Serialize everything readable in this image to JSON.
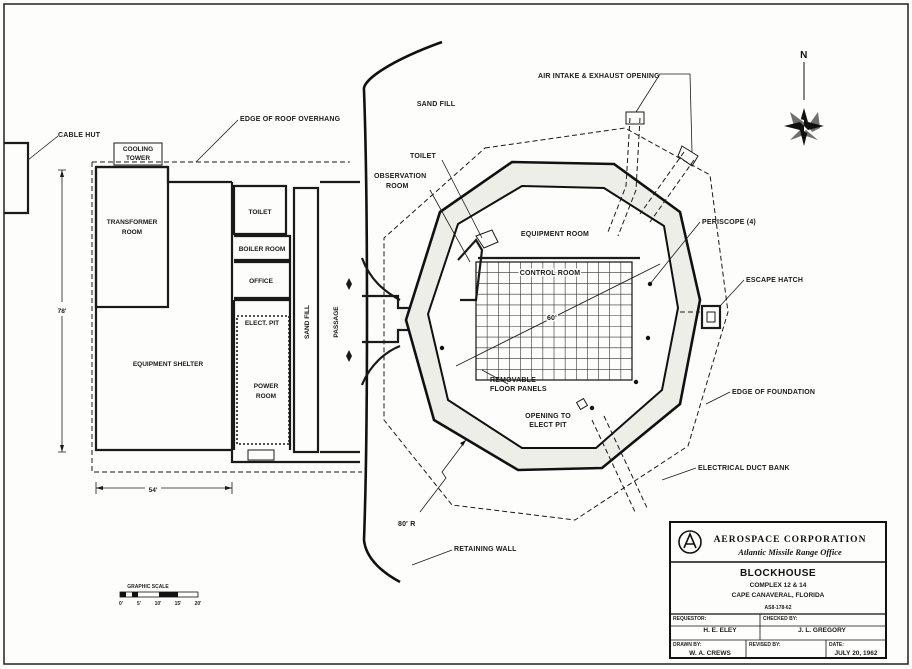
{
  "labels": {
    "cable_hut": "CABLE HUT",
    "cooling_tower_1": "COOLING",
    "cooling_tower_2": "TOWER",
    "edge_roof": "EDGE OF ROOF OVERHANG",
    "transformer_1": "TRANSFORMER",
    "transformer_2": "ROOM",
    "toilet_left": "TOILET",
    "boiler_room": "BOILER ROOM",
    "office": "OFFICE",
    "elect_pit": "ELECT. PIT",
    "equipment_shelter": "EQUIPMENT SHELTER",
    "power_1": "POWER",
    "power_2": "ROOM",
    "sand_fill_vertical": "SAND FILL",
    "passage": "PASSAGE",
    "dim_78": "78'",
    "dim_54": "54'",
    "sand_fill_top": "SAND FILL",
    "toilet_right": "TOILET",
    "observation_1": "OBSERVATION",
    "observation_2": "ROOM",
    "equipment_room": "EQUIPMENT ROOM",
    "control_room": "CONTROL ROOM",
    "dim_60": "60'",
    "removable_1": "REMOVABLE",
    "removable_2": "FLOOR PANELS",
    "opening_1": "OPENING TO",
    "opening_2": "ELECT PIT",
    "air_intake": "AIR INTAKE & EXHAUST OPENING",
    "periscope": "PERISCOPE (4)",
    "escape_hatch": "ESCAPE HATCH",
    "edge_foundation": "EDGE OF FOUNDATION",
    "electrical_duct": "ELECTRICAL DUCT BANK",
    "radius_80": "80' R",
    "retaining_wall": "RETAINING WALL",
    "north": "N",
    "graphic_scale": "GRAPHIC SCALE",
    "scale_ticks": [
      "0'",
      "5'",
      "10'",
      "15'",
      "20'"
    ]
  },
  "title_block": {
    "org": "AEROSPACE CORPORATION",
    "office": "Atlantic Missile Range Office",
    "title": "BLOCKHOUSE",
    "complex": "COMPLEX 12 & 14",
    "location": "CAPE CANAVERAL, FLORIDA",
    "number": "AS8-178-62",
    "requestor_label": "REQUESTOR:",
    "requestor": "H. E. ELEY",
    "checked_label": "CHECKED BY:",
    "checked": "J. L. GREGORY",
    "drawn_label": "DRAWN BY:",
    "drawn": "W. A. CREWS",
    "revised_label": "REVISED BY:",
    "revised": "",
    "date_label": "DATE:",
    "date": "JULY 20, 1962"
  }
}
